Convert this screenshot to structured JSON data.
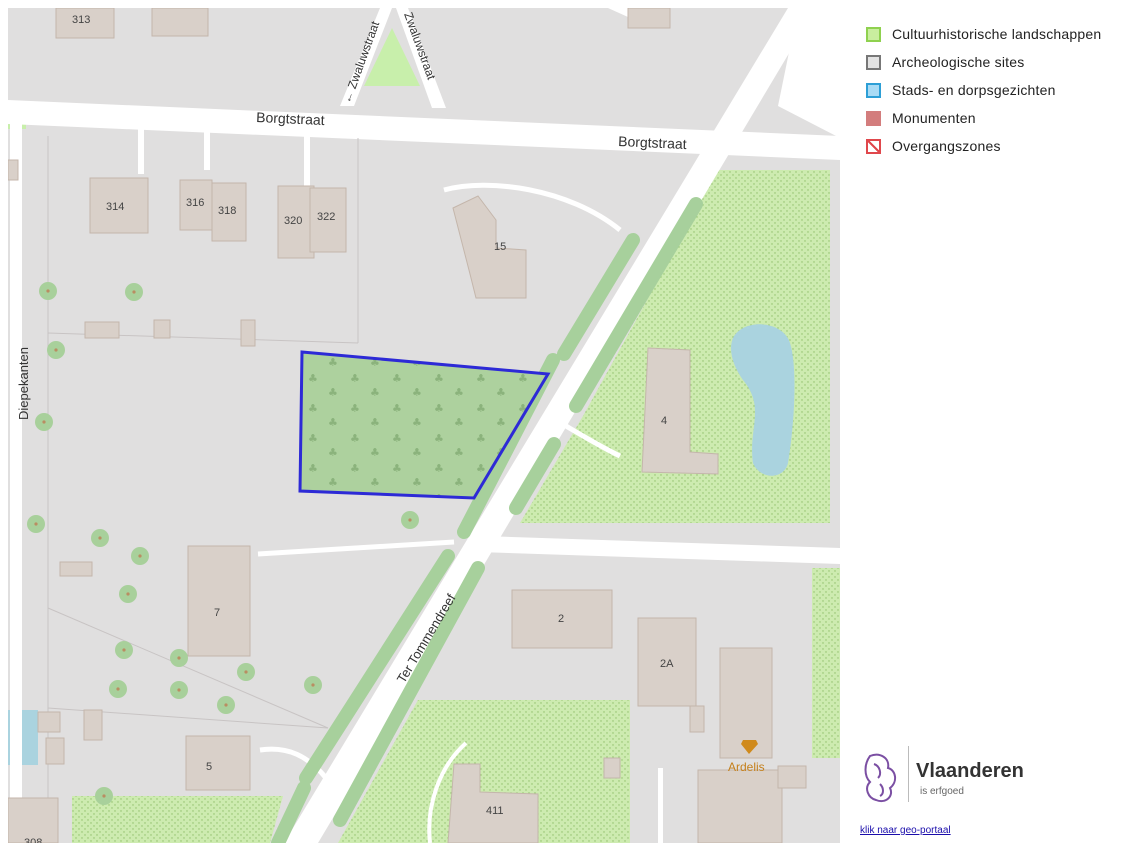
{
  "legend": [
    {
      "label": "Cultuurhistorische landschappen",
      "fill": "#c9ee9f",
      "stroke": "#8fd14f"
    },
    {
      "label": "Archeologische sites",
      "fill": "#e3e3e3",
      "stroke": "#777777"
    },
    {
      "label": "Stads- en dorpsgezichten",
      "fill": "#a9dbf5",
      "stroke": "#2d9fd6"
    },
    {
      "label": "Monumenten",
      "fill": "#d37d7d",
      "stroke": "#d37d7d"
    },
    {
      "label": "Overgangszones",
      "fill": "#ffffff",
      "stroke": "#e0474c"
    }
  ],
  "map": {
    "streets": {
      "borgtstraat_west": "Borgtstraat",
      "borgtstraat_east": "Borgtstraat",
      "zwaluwstraat_1": "← Zwaluwstraat",
      "zwaluwstraat_2": "Zwaluwstraat",
      "diepekanten": "Diepekanten",
      "ter_tommendreef": "Ter Tommendreef"
    },
    "house_numbers": {
      "n313": "313",
      "n314": "314",
      "n316": "316",
      "n318": "318",
      "n320": "320",
      "n322": "322",
      "n15": "15",
      "n4": "4",
      "n7": "7",
      "n2": "2",
      "n2a": "2A",
      "n5": "5",
      "n411": "411",
      "n308": "308"
    },
    "poi": {
      "name": "Ardelis",
      "color": "#d08a1c"
    },
    "highlight_color": "#2d2ad6",
    "landscape_color": "#c9ee9f",
    "water_color": "#aad3df",
    "building_color": "#d9d0c9"
  },
  "logo": {
    "title": "Vlaanderen",
    "subtitle": "is erfgoed"
  },
  "link": {
    "label": "klik naar geo-portaal"
  }
}
